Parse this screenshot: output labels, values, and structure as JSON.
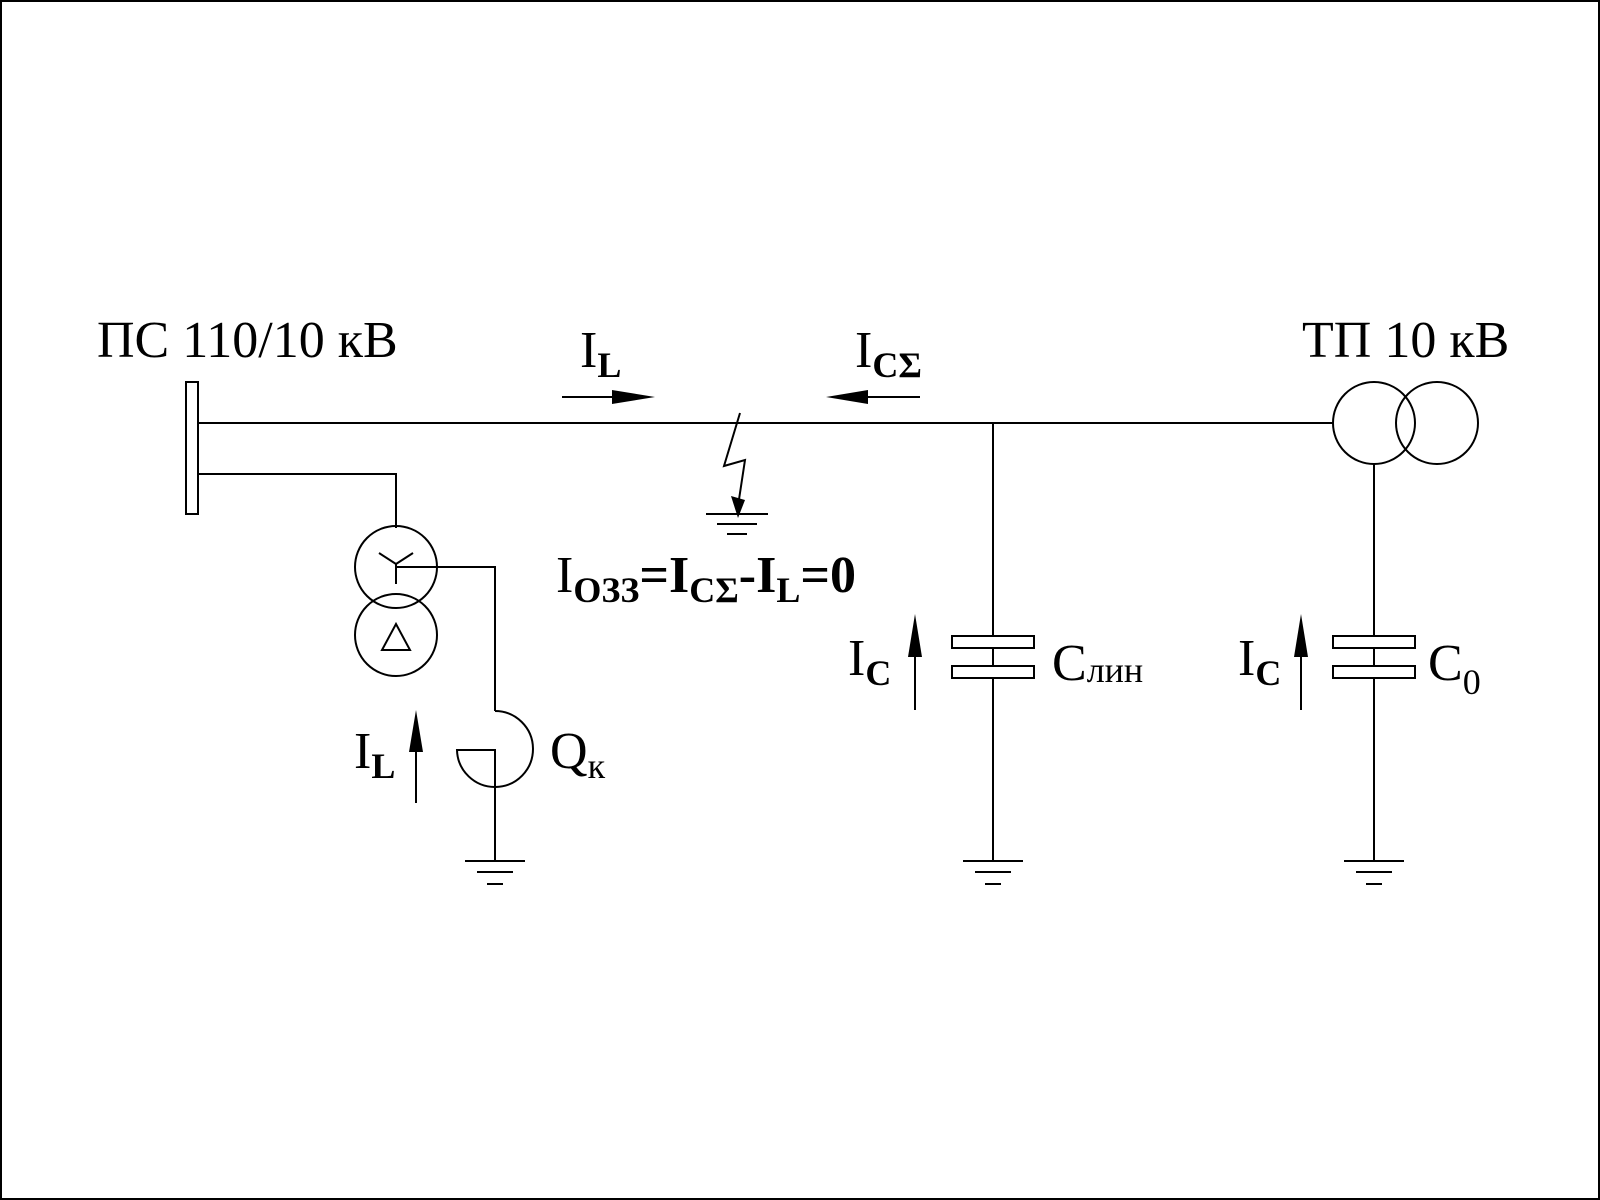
{
  "labels": {
    "substation": "ПС 110/10 кВ",
    "tp": "ТП 10 кВ",
    "il_top": {
      "main": "I",
      "sub": "L"
    },
    "ics_top": {
      "main": "I",
      "sub": "CΣ"
    },
    "fault_formula": {
      "i1": "I",
      "s1": "OЗЗ",
      "eq1": "=I",
      "s2": "CΣ",
      "minus": "-I",
      "s3": "L",
      "tail": "=0"
    },
    "il_reactor": {
      "main": "I",
      "sub": "L"
    },
    "reactor": {
      "main": "Q",
      "sub": "к"
    },
    "ic_line": {
      "main": "I",
      "sub": "C"
    },
    "c_line": {
      "main": "C",
      "sub": "лин"
    },
    "ic_tp": {
      "main": "I",
      "sub": "C"
    },
    "c0": {
      "main": "C",
      "sub": "0"
    }
  }
}
